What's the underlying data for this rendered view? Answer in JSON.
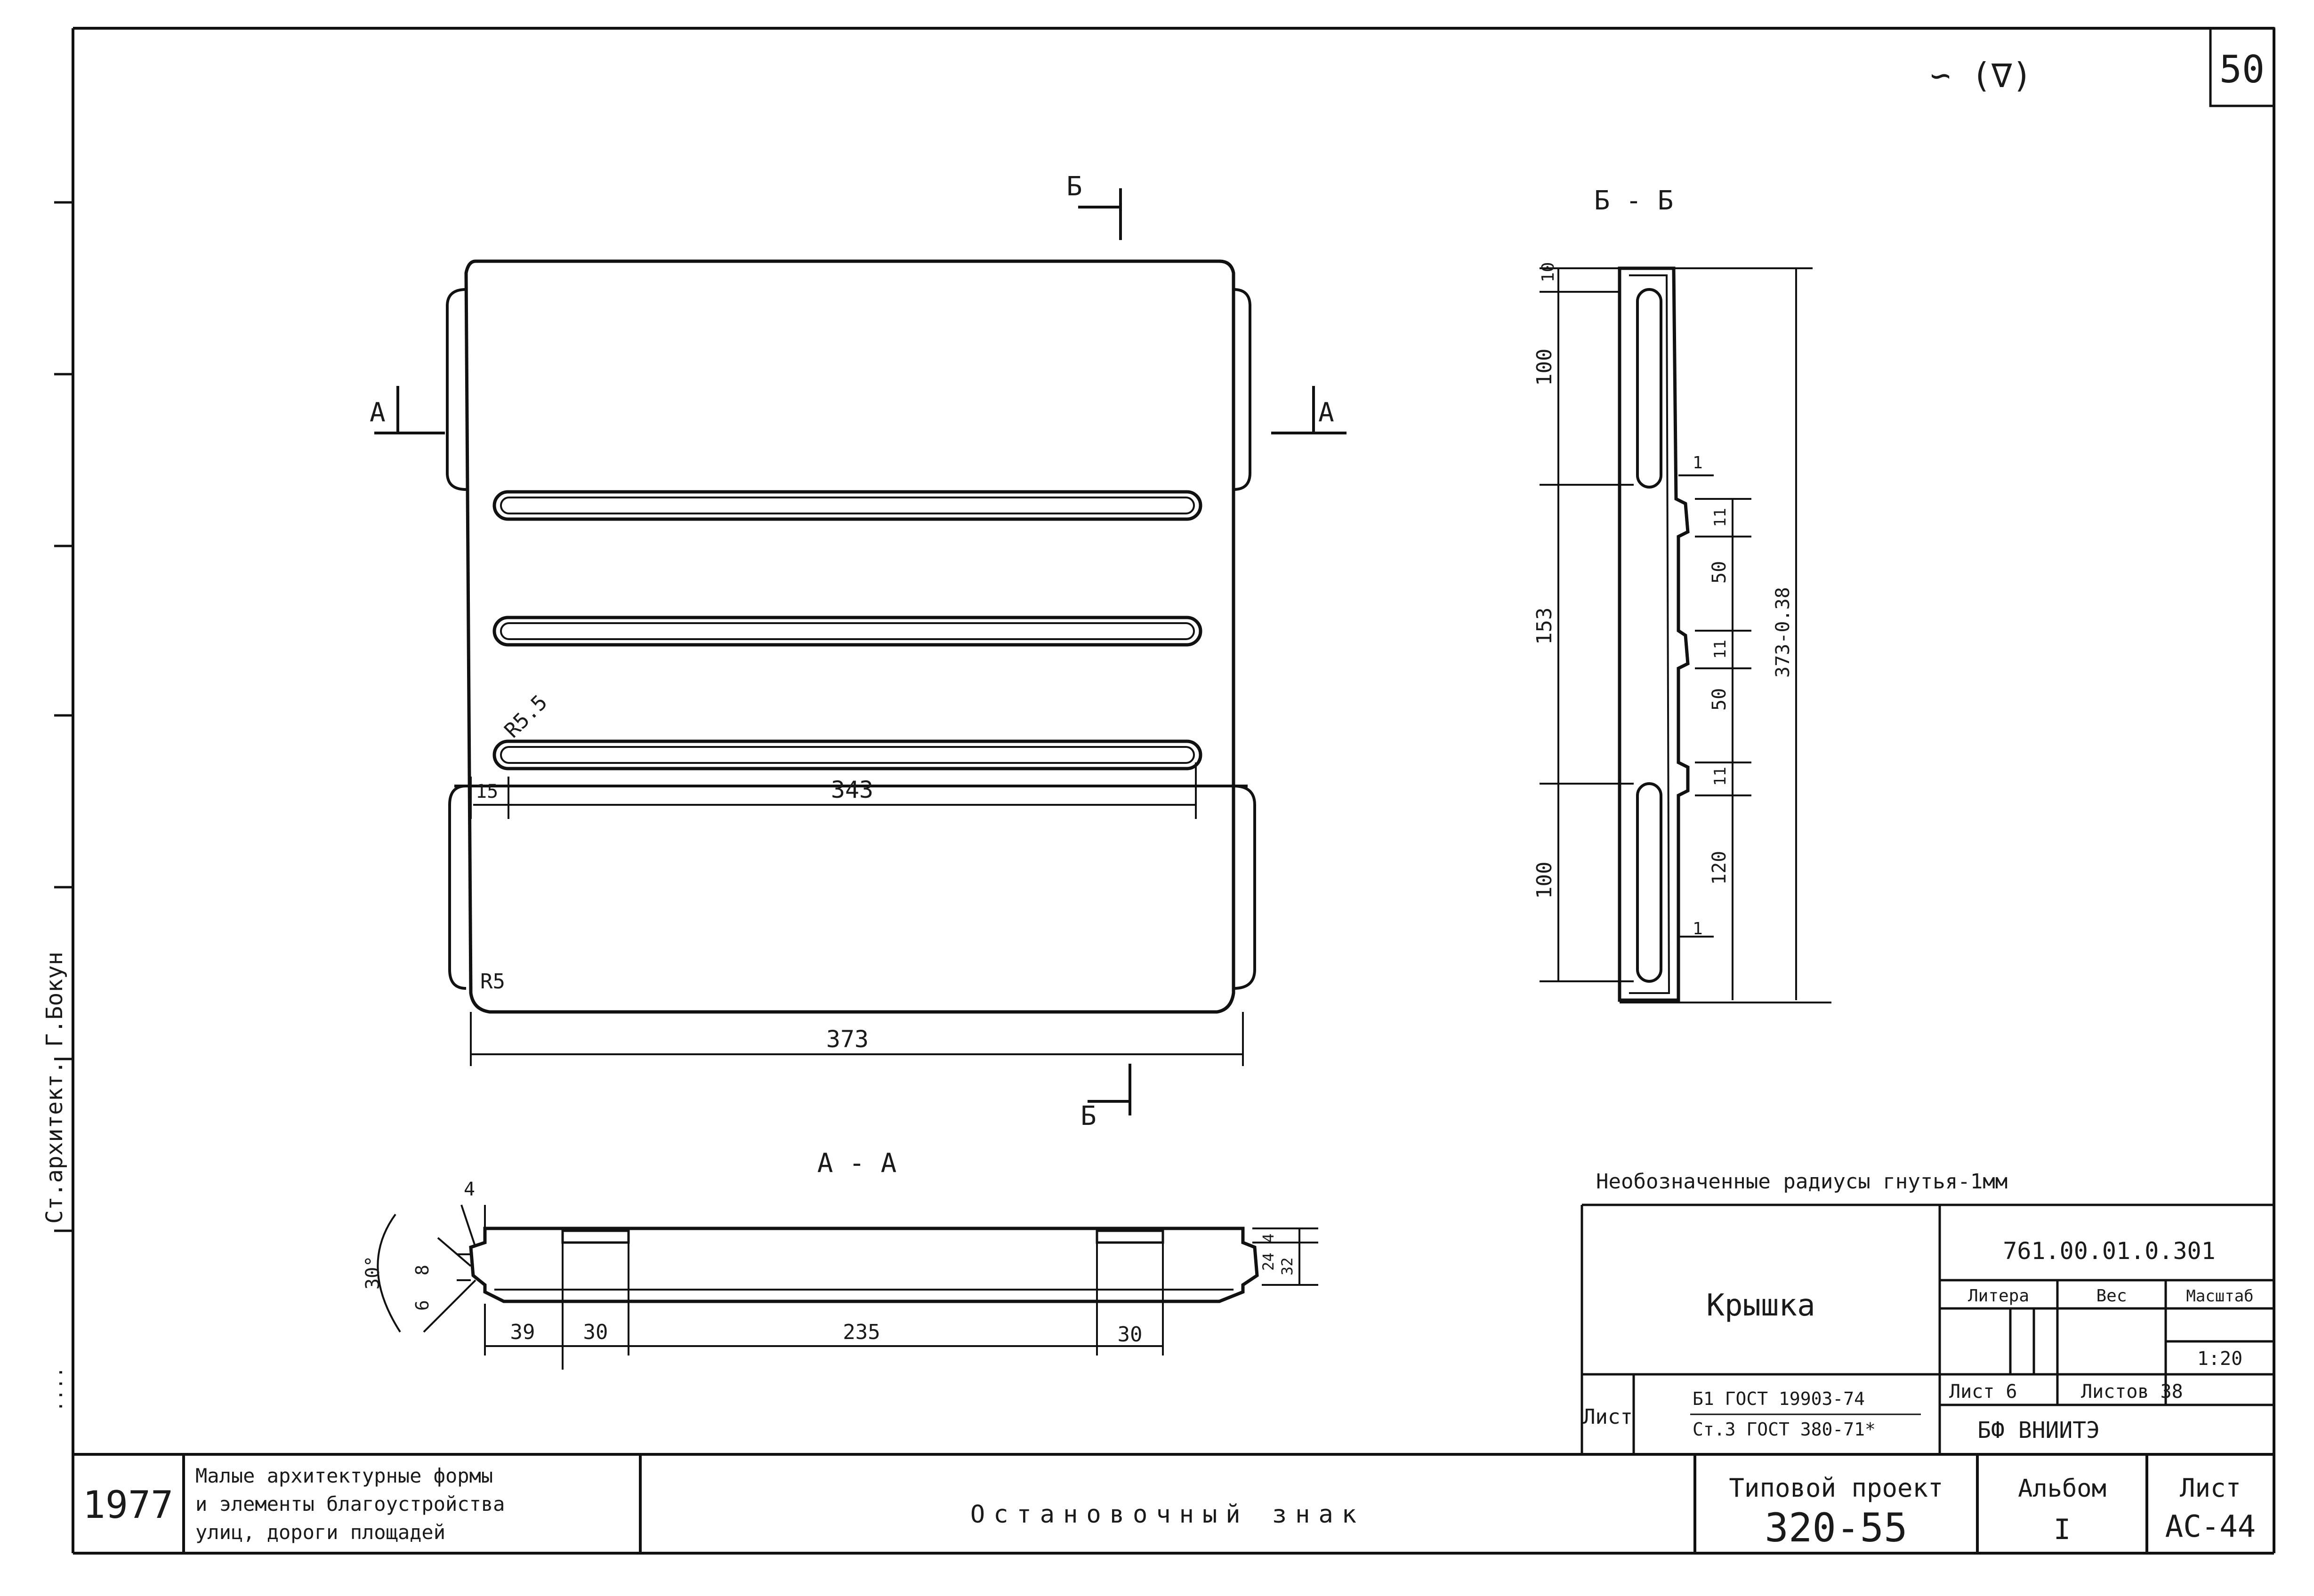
{
  "sheet": {
    "page_number": "50",
    "roughness_mark": "∽ (∇)",
    "year": "1977",
    "series_title": [
      "Малые архитектурные формы",
      "и элементы благоустройства",
      "улиц, дороги площадей"
    ],
    "subject": "Остановочный знак",
    "project_label": "Типовой проект",
    "project_number": "320-55",
    "album_label": "Альбом",
    "album_value": "I",
    "sheet_label": "Лист",
    "sheet_value": "АС-44",
    "side_stamp": "Ст.архитект. Г.Бокун",
    "side_stamp_2": "....",
    "unmarked_radii_note": "Необозначенные радиусы гнутья-1мм"
  },
  "title_block": {
    "part_name": "Крышка",
    "designation": "761.00.01.0.301",
    "col_litera": "Литера",
    "col_weight": "Вес",
    "col_scale": "Масштаб",
    "scale_value": "1:20",
    "material_label": "Лист",
    "material_line_1": "Б1 ГОСТ 19903-74",
    "material_line_2": "Ст.3 ГОСТ 380-71*",
    "sheet_info": "Лист 6",
    "sheets_total": "Листов 38",
    "organization": "БФ ВНИИТЭ"
  },
  "views": {
    "plan": {
      "section_mark_b_top": "Б",
      "section_mark_b_bottom": "Б",
      "section_mark_a_left": "А",
      "section_mark_a_right": "А",
      "dim_width": "373",
      "dim_slot": "343",
      "dim_margin": "15",
      "radius_slot": "R5.5",
      "radius_corner": "R5"
    },
    "section_aa": {
      "title": "А - А",
      "dim_lip": "4",
      "dim_angle": "30°",
      "dim_8": "8",
      "dim_6": "6",
      "dim_39": "39",
      "dim_30a": "30",
      "dim_235": "235",
      "dim_30b": "30",
      "dim_4b": "4",
      "dim_24": "24",
      "dim_32": "32"
    },
    "section_bb": {
      "title": "Б - Б",
      "dim_10": "10",
      "dim_100a": "100",
      "dim_153": "153",
      "dim_100b": "100",
      "dim_1a": "1",
      "dim_11a": "11",
      "dim_50a": "50",
      "dim_11b": "11",
      "dim_50b": "50",
      "dim_11c": "11",
      "dim_120": "120",
      "dim_1b": "1",
      "dim_total": "373-0.38"
    }
  }
}
